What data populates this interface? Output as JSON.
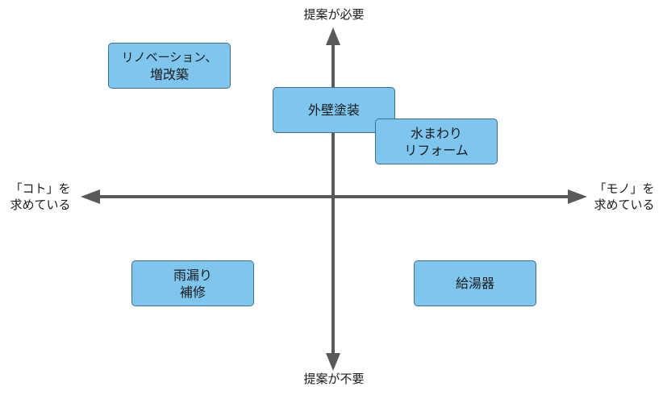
{
  "axes": {
    "top": "提案が必要",
    "bottom": "提案が不要",
    "left": [
      "「コト」を",
      "求めている"
    ],
    "right": [
      "「モノ」を",
      "求めている"
    ]
  },
  "items": [
    {
      "id": "renovation",
      "lines": [
        "リノベーション、",
        "増改築"
      ]
    },
    {
      "id": "exterior-painting",
      "lines": [
        "外壁塗装"
      ]
    },
    {
      "id": "water-reform",
      "lines": [
        "水まわり",
        "リフォーム"
      ]
    },
    {
      "id": "leak-repair",
      "lines": [
        "雨漏り",
        "補修"
      ]
    },
    {
      "id": "water-heater",
      "lines": [
        "給湯器"
      ]
    }
  ],
  "colors": {
    "axis": "#595959",
    "box_fill": "#7fc6ee",
    "box_border": "#3d6f8a"
  }
}
